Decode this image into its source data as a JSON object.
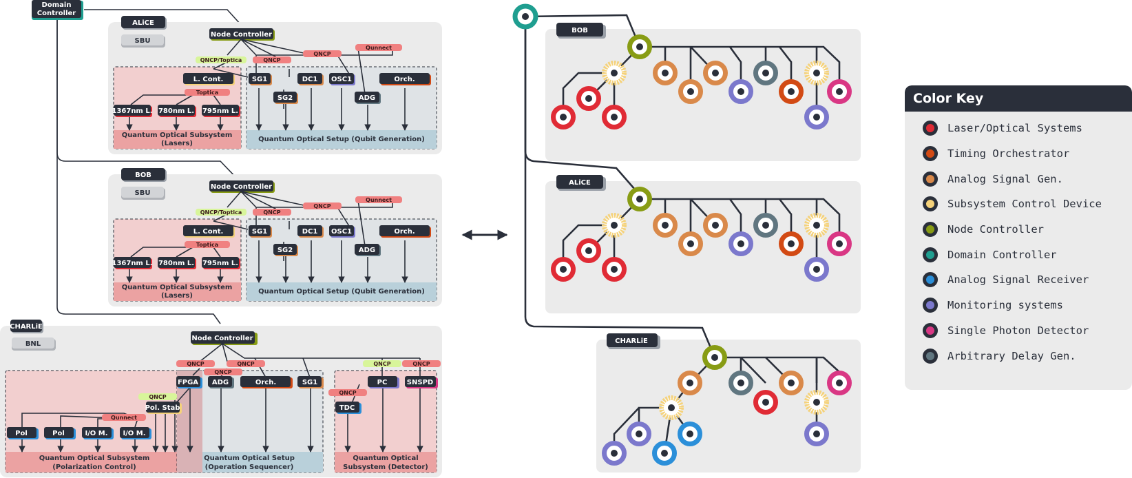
{
  "domain_controller": "Domain\nController",
  "blocks": [
    {
      "name": "ALiCE",
      "org": "SBU",
      "node_controller": "Node Controller",
      "tags": {
        "qncp_toptica": "QNCP/Toptica",
        "qncp_a": "QNCP",
        "qncp_b": "QNCP",
        "qunnect": "Qunnect",
        "toptica": "Toptica"
      },
      "lasers": {
        "lcont": "L. Cont.",
        "l1367": "1367nm L.",
        "l780": "780nm L.",
        "l795": "795nm L.",
        "caption": [
          "Quantum Optical Subsystem",
          "(Lasers)"
        ]
      },
      "setup": {
        "sg1": "SG1",
        "sg2": "SG2",
        "dc1": "DC1",
        "osc1": "OSC1",
        "adg": "ADG",
        "orch": "Orch.",
        "caption": "Quantum Optical Setup (Qubit Generation)"
      }
    },
    {
      "name": "BOB",
      "org": "SBU",
      "node_controller": "Node Controller",
      "tags": {
        "qncp_toptica": "QNCP/Toptica",
        "qncp_a": "QNCP",
        "qncp_b": "QNCP",
        "qunnect": "Qunnect",
        "toptica": "Toptica"
      },
      "lasers": {
        "lcont": "L. Cont.",
        "l1367": "1367nm L.",
        "l780": "780nm L.",
        "l795": "795nm L.",
        "caption": [
          "Quantum Optical Subsystem",
          "(Lasers)"
        ]
      },
      "setup": {
        "sg1": "SG1",
        "sg2": "SG2",
        "dc1": "DC1",
        "osc1": "OSC1",
        "adg": "ADG",
        "orch": "Orch.",
        "caption": "Quantum Optical Setup (Qubit Generation)"
      }
    }
  ],
  "charlie": {
    "name": "CHARLiE",
    "org": "BNL",
    "node_controller": "Node Controller",
    "tags": {
      "qncp1": "QNCP",
      "qncp2": "QNCP",
      "qncp3": "QNCP",
      "qncp4": "QNCP",
      "qncp5": "QNCP",
      "qncp6": "QNCP",
      "qncp7": "QNCP",
      "qunnect": "Qunnect"
    },
    "devices": {
      "fpga": "FPGA",
      "adg": "ADG",
      "orch": "Orch.",
      "sg1": "SG1",
      "pc": "PC",
      "snspd": "SNSPD",
      "tdc": "TDC",
      "polstab": "Pol. Stab",
      "pol1": "Pol",
      "pol2": "Pol",
      "io1": "I/O M.",
      "io2": "I/O M."
    },
    "captions": {
      "polarization": [
        "Quantum Optical Subsystem",
        "(Polarization Control)"
      ],
      "sequencer": [
        "Quantum Optical Setup",
        "(Operation Sequencer)"
      ],
      "detector": [
        "Quantum Optical",
        "Subsystem (Detector)"
      ]
    }
  },
  "trees": {
    "bob": "BOB",
    "alice": "ALiCE",
    "charlie": "CHARLiE"
  },
  "legend": {
    "title": "Color Key",
    "items": [
      {
        "label": "Laser/Optical Systems",
        "color": "#e02b35"
      },
      {
        "label": "Timing Orchestrator",
        "color": "#d24a14"
      },
      {
        "label": "Analog Signal Gen.",
        "color": "#d9894a"
      },
      {
        "label": "Subsystem Control Device",
        "color": "#f5d27a"
      },
      {
        "label": "Node Controller",
        "color": "#889c14"
      },
      {
        "label": "Domain Controller",
        "color": "#1f9e90"
      },
      {
        "label": "Analog Signal Receiver",
        "color": "#2b8fd9"
      },
      {
        "label": "Monitoring systems",
        "color": "#7b78cc"
      },
      {
        "label": "Single Photon Detector",
        "color": "#d93784"
      },
      {
        "label": "Arbitrary Delay Gen.",
        "color": "#607680"
      }
    ]
  }
}
